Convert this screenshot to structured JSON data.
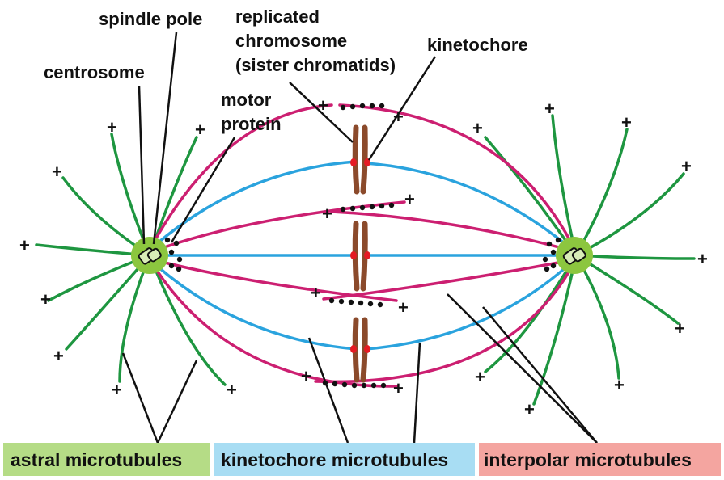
{
  "labels": {
    "spindle_pole": "spindle pole",
    "replicated_line1": "replicated",
    "replicated_line2": "chromosome",
    "replicated_line3": "(sister chromatids)",
    "kinetochore": "kinetochore",
    "centrosome": "centrosome",
    "motor_line1": "motor",
    "motor_line2": "protein"
  },
  "legend": {
    "astral": "astral microtubules",
    "kinetochore": "kinetochore microtubules",
    "interpolar": "interpolar microtubules"
  },
  "plus_sign": "+",
  "colors": {
    "astral": "#1e9640",
    "kinetochore_mt": "#2aa3de",
    "interpolar": "#cc1f71",
    "centrosome": "#8cc63f",
    "chromatid": "#8b4a2b",
    "kinetochore_dot": "#e51b23",
    "motor": "#111111",
    "legend_astral_bg": "#b5dc86",
    "legend_kinetochore_bg": "#a8ddf3",
    "legend_interpolar_bg": "#f4a5a0"
  }
}
